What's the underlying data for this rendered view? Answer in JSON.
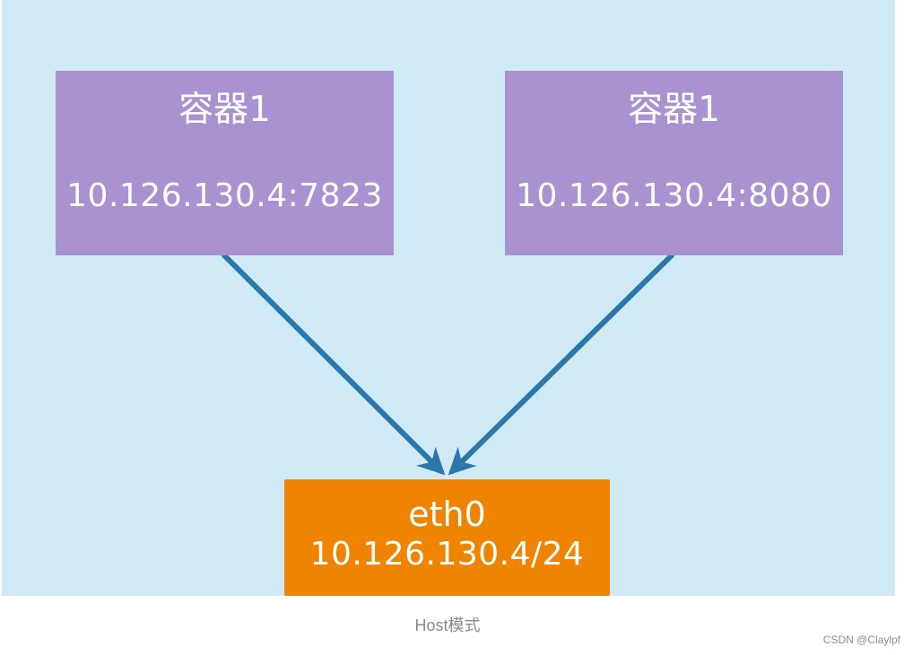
{
  "diagram": {
    "containers": [
      {
        "title": "容器1",
        "address": "10.126.130.4:7823"
      },
      {
        "title": "容器1",
        "address": "10.126.130.4:8080"
      }
    ],
    "interface": {
      "name": "eth0",
      "address": "10.126.130.4/24"
    },
    "colors": {
      "background": "#cfeaf5",
      "container": "#a992cf",
      "interface": "#ee8400",
      "arrow": "#2b77a9"
    }
  },
  "caption": "Host模式",
  "watermark": "CSDN @Claylpf"
}
